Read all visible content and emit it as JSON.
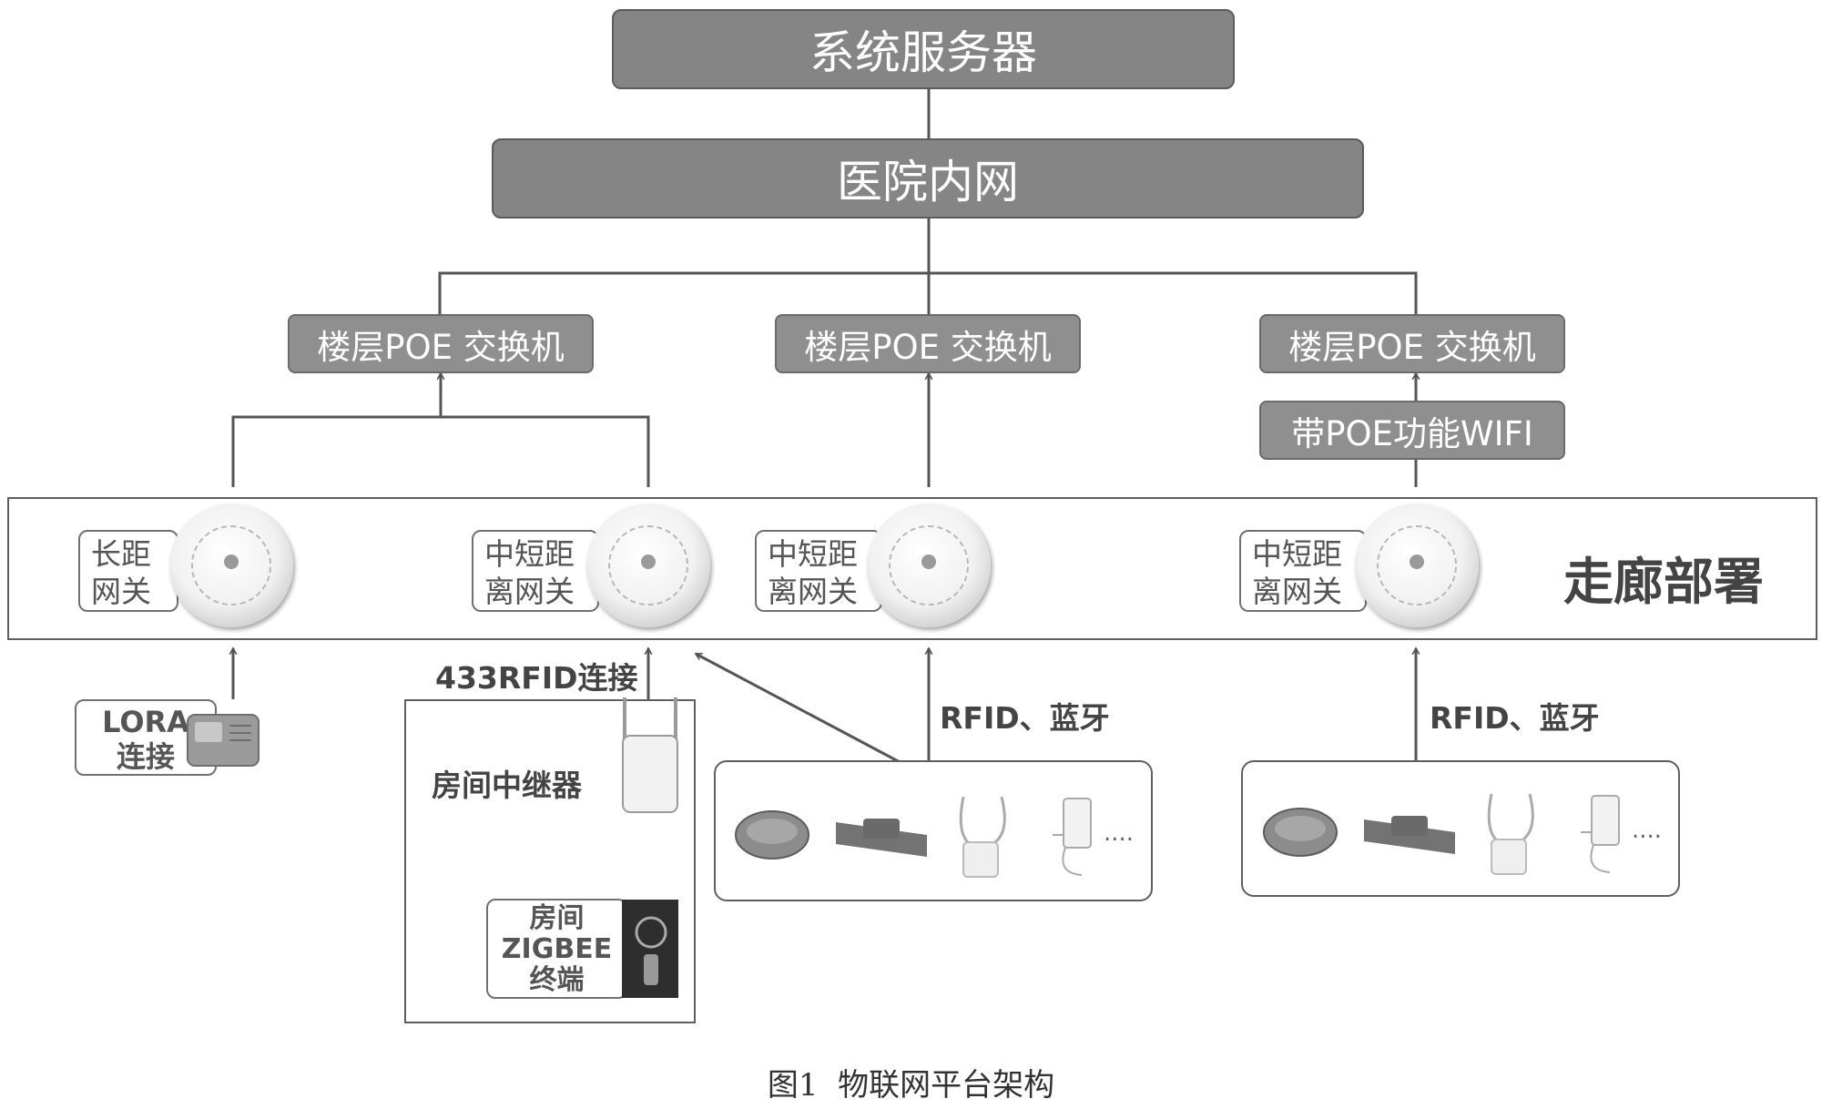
{
  "server": "系统服务器",
  "intranet": "医院内网",
  "switch_label": "楼层POE 交换机",
  "wifi": "带POE功能WIFI",
  "corridor": "走廊部署",
  "gateway_long": "长距\n网关",
  "gateway_mid": "中短距\n离网关",
  "lora": "LORA\n连接",
  "rfid433": "433RFID连接",
  "repeater": "房间中继器",
  "zigbee": "房间\nZIGBEE\n终端",
  "rfid_bt": "RFID、蓝牙",
  "ellipsis": "....",
  "caption": "图1  物联网平台架构"
}
